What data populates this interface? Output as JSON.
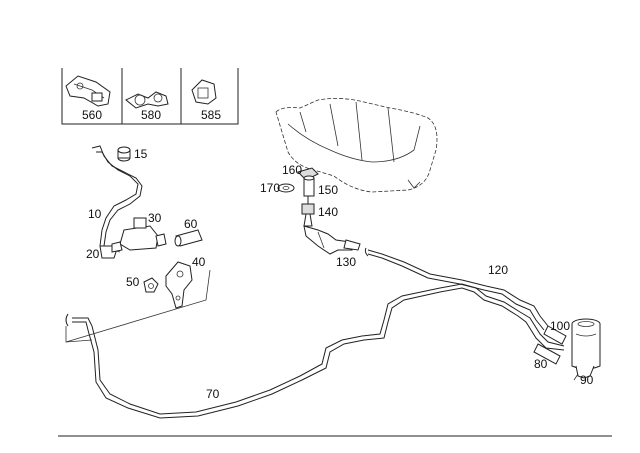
{
  "callouts": {
    "p560": "560",
    "p580": "580",
    "p585": "585",
    "p15": "15",
    "p10": "10",
    "p30": "30",
    "p60": "60",
    "p20": "20",
    "p40": "40",
    "p50": "50",
    "p160": "160",
    "p170": "170",
    "p150": "150",
    "p140": "140",
    "p130": "130",
    "p120": "120",
    "p100": "100",
    "p80": "80",
    "p90": "90",
    "p70": "70"
  },
  "colors": {
    "line": "#222222",
    "background": "#ffffff"
  }
}
